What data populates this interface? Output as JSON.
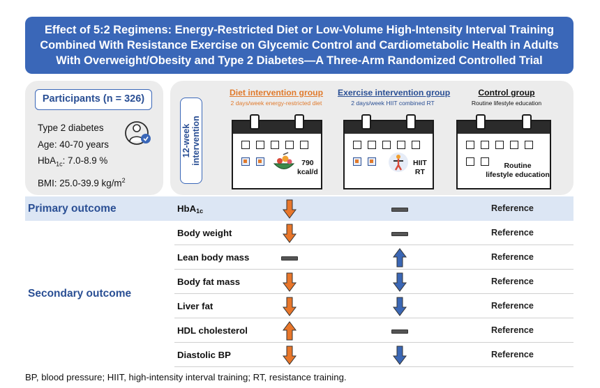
{
  "title": {
    "line1": "Effect of 5:2 Regimens: Energy-Restricted Diet or Low-Volume High-Intensity Interval Training",
    "line2": "Combined With Resistance Exercise on Glycemic Control and Cardiometabolic Health in Adults",
    "line3": "With Overweight/Obesity and Type 2 Diabetes—A Three-Arm Randomized Controlled Trial"
  },
  "participants": {
    "heading": "Participants (n = 326)",
    "condition": "Type 2 diabetes",
    "age": "Age: 40-70 years",
    "hba1c_prefix": "HbA",
    "hba1c_sub": "1c",
    "hba1c_value": ": 7.0-8.9 %",
    "bmi_text": "BMI: 25.0-39.9 kg/m",
    "bmi_sup": "2"
  },
  "intervention": {
    "duration_line1": "12-week",
    "duration_line2": "intervention"
  },
  "groups": {
    "diet": {
      "title": "Diet intervention group",
      "subtitle": "2 days/week energy-restricted diet",
      "calendar_line1": "790",
      "calendar_line2": "kcal/d"
    },
    "exercise": {
      "title": "Exercise intervention group",
      "subtitle": "2 days/week HIIT combined RT",
      "calendar_line1": "HIIT",
      "calendar_line2": "RT"
    },
    "control": {
      "title": "Control group",
      "subtitle": "Routine lifestyle education",
      "calendar_line1": "Routine",
      "calendar_line2": "lifestyle education"
    }
  },
  "outcomes": {
    "primary_label": "Primary outcome",
    "secondary_label": "Secondary outcome",
    "rows": [
      {
        "name": "HbA",
        "name_sub": "1c",
        "diet": "down",
        "exercise": "flat",
        "control": "Reference"
      },
      {
        "name": "Body weight",
        "diet": "down",
        "exercise": "flat",
        "control": "Reference"
      },
      {
        "name": "Lean body mass",
        "diet": "flat",
        "exercise": "up",
        "control": "Reference"
      },
      {
        "name": "Body fat mass",
        "diet": "down",
        "exercise": "down",
        "control": "Reference"
      },
      {
        "name": "Liver fat",
        "diet": "down",
        "exercise": "down",
        "control": "Reference"
      },
      {
        "name": "HDL cholesterol",
        "diet": "up",
        "exercise": "flat",
        "control": "Reference"
      },
      {
        "name": "Diastolic BP",
        "diet": "down",
        "exercise": "down",
        "control": "Reference"
      }
    ]
  },
  "colors": {
    "banner": "#3a67b8",
    "diet_arrow": "#e8762a",
    "exercise_arrow": "#3b67b5",
    "primary_band": "#dce6f4"
  },
  "footnote": "BP, blood pressure; HIIT, high-intensity interval training; RT, resistance training."
}
